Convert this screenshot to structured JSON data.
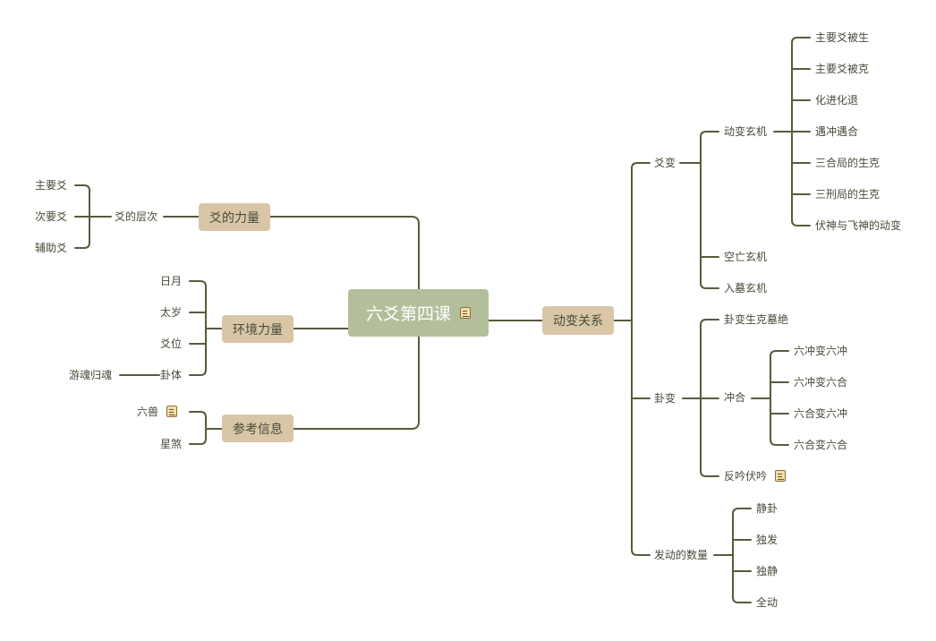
{
  "root": {
    "title": "六爻第四课",
    "icon": "note-icon"
  },
  "left": {
    "power": {
      "label": "爻的力量",
      "sub": "爻的层次",
      "items": [
        "主要爻",
        "次要爻",
        "辅助爻"
      ]
    },
    "env": {
      "label": "环境力量",
      "items": [
        "日月",
        "太岁",
        "爻位",
        "卦体"
      ],
      "extra": "游魂归魂"
    },
    "ref": {
      "label": "参考信息",
      "items": [
        "六兽",
        "星煞"
      ]
    }
  },
  "right": {
    "label": "动变关系",
    "yaobian": {
      "label": "爻变",
      "dongbian": {
        "label": "动变玄机",
        "items": [
          "主要爻被生",
          "主要爻被克",
          "化进化退",
          "遇冲遇合",
          "三合局的生克",
          "三刑局的生克",
          "伏神与飞神的动变"
        ]
      },
      "items": [
        "空亡玄机",
        "入墓玄机"
      ]
    },
    "guabian": {
      "label": "卦变",
      "shengke": "卦变生克墓绝",
      "chonghe": {
        "label": "冲合",
        "items": [
          "六冲变六冲",
          "六冲变六合",
          "六合变六冲",
          "六合变六合"
        ]
      },
      "fanyin": "反吟伏吟"
    },
    "count": {
      "label": "发动的数量",
      "items": [
        "静卦",
        "独发",
        "独静",
        "全动"
      ]
    }
  },
  "colors": {
    "line": "#5a5a3c",
    "root_bg": "#b3bf9b",
    "main_bg": "#d8c6a6",
    "text": "#4a4a3a"
  }
}
